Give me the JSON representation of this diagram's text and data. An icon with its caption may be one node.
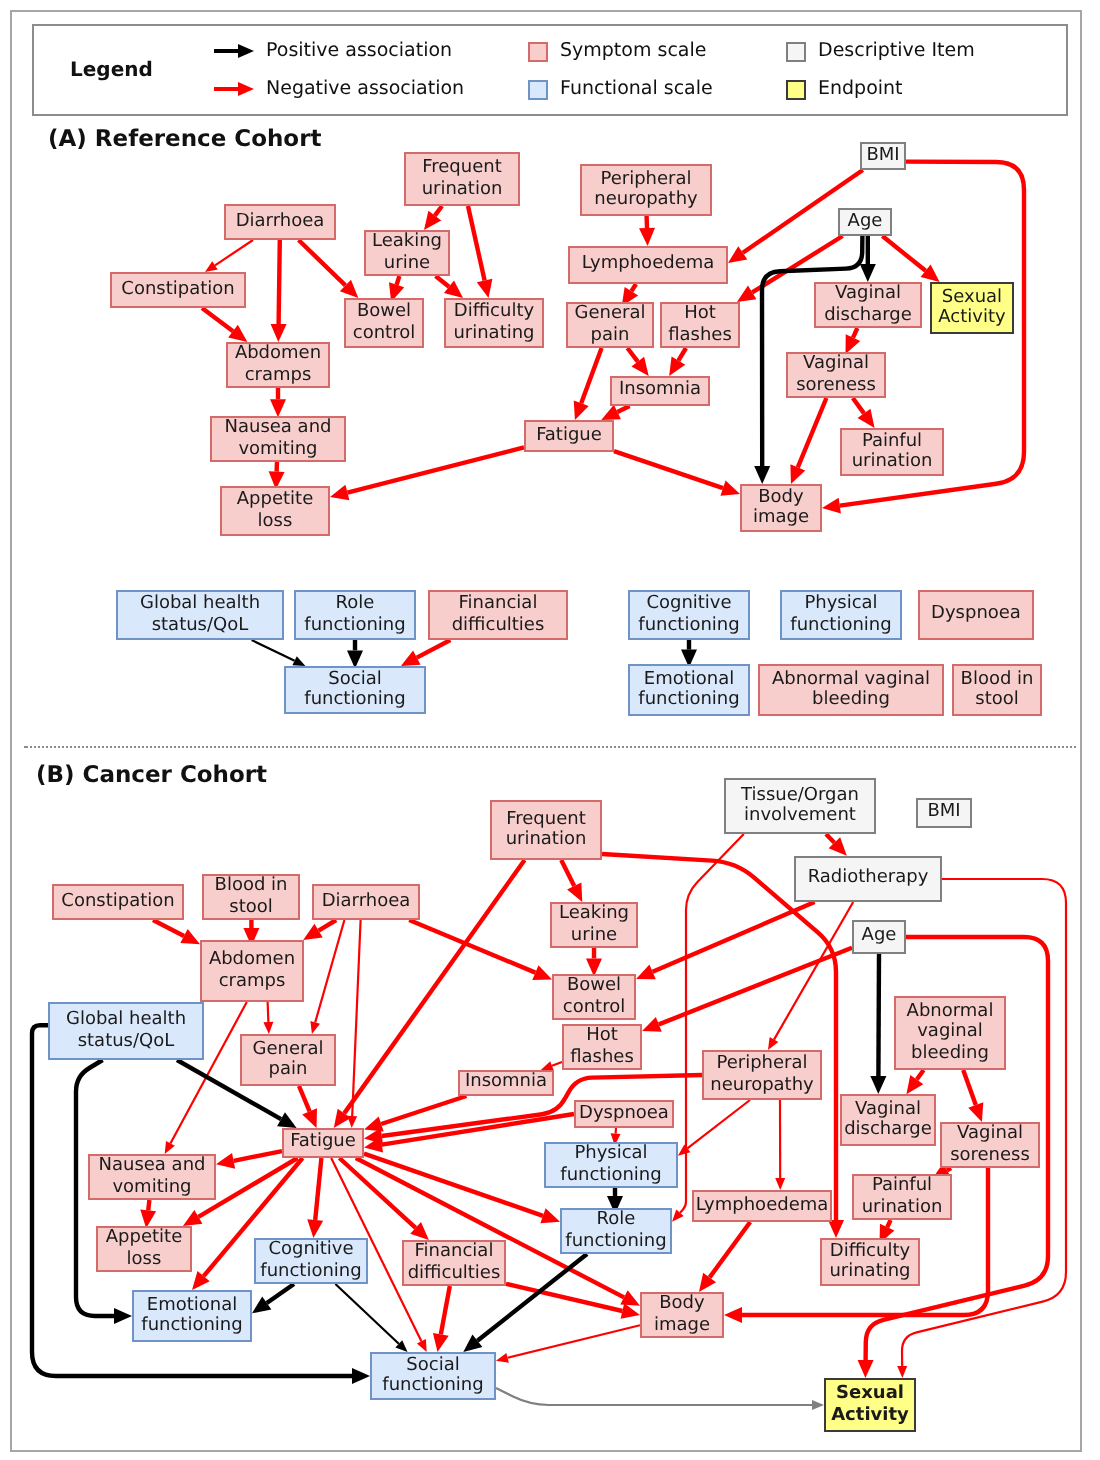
{
  "diagram": {
    "nodes": [
      {
        "text": [
          "Frequent urination"
        ]
      },
      {
        "text": [
          "BMI"
        ]
      },
      {
        "text": [
          "Peripheral neuropathy"
        ]
      },
      {
        "text": [
          "Diarrhoea"
        ]
      },
      {
        "text": [
          "Leaking urine"
        ]
      },
      {
        "text": [
          "Age"
        ]
      },
      {
        "text": [
          "Lymphoedema"
        ]
      },
      {
        "text": [
          "Constipation"
        ]
      },
      {
        "text": [
          "Vaginal discharge"
        ]
      },
      {
        "text": [
          "Sexual Activity"
        ]
      },
      {
        "text": [
          "Bowel control"
        ]
      },
      {
        "text": [
          "Difficulty urinating"
        ]
      },
      {
        "text": [
          "General pain"
        ]
      },
      {
        "text": [
          "Hot flashes"
        ]
      },
      {
        "text": [
          "Abdomen cramps"
        ]
      },
      {
        "text": [
          "Vaginal soreness"
        ]
      },
      {
        "text": [
          "Insomnia"
        ]
      },
      {
        "text": [
          "Nausea and vomiting"
        ]
      },
      {
        "text": [
          "Fatigue"
        ]
      },
      {
        "text": [
          "Painful urination"
        ]
      },
      {
        "text": [
          "Appetite loss"
        ]
      },
      {
        "text": [
          "Body image"
        ]
      },
      {
        "text": [
          "Global health status/QoL"
        ]
      },
      {
        "text": [
          "Role functioning"
        ]
      },
      {
        "text": [
          "Financial difficulties"
        ]
      },
      {
        "text": [
          "Cognitive functioning"
        ]
      },
      {
        "text": [
          "Physical functioning"
        ]
      },
      {
        "text": [
          "Dyspnoea"
        ]
      },
      {
        "text": [
          "Social functioning"
        ]
      },
      {
        "text": [
          "Emotional functioning"
        ]
      },
      {
        "text": [
          "Abnormal vaginal bleeding"
        ]
      },
      {
        "text": [
          "Blood in stool"
        ]
      },
      {
        "text": [
          "Frequent urination"
        ]
      },
      {
        "text": [
          "Tissue/Organ involvement"
        ]
      },
      {
        "text": [
          "BMI"
        ]
      },
      {
        "text": [
          "Radiotherapy"
        ]
      },
      {
        "text": [
          "Constipation"
        ]
      },
      {
        "text": [
          "Blood in stool"
        ]
      },
      {
        "text": [
          "Diarrhoea"
        ]
      },
      {
        "text": [
          "Leaking urine"
        ]
      },
      {
        "text": [
          "Age"
        ]
      },
      {
        "text": [
          "Abdomen cramps"
        ]
      },
      {
        "text": [
          "Bowel control"
        ]
      },
      {
        "text": [
          "Global health status/QoL"
        ]
      },
      {
        "text": [
          "Abnormal vaginal bleeding"
        ]
      },
      {
        "text": [
          "General pain"
        ]
      },
      {
        "text": [
          "Hot flashes"
        ]
      },
      {
        "text": [
          "Peripheral neuropathy"
        ]
      },
      {
        "text": [
          "Insomnia"
        ]
      },
      {
        "text": [
          "Dyspnoea"
        ]
      },
      {
        "text": [
          "Vaginal discharge"
        ]
      },
      {
        "text": [
          "Fatigue"
        ]
      },
      {
        "text": [
          "Vaginal soreness"
        ]
      },
      {
        "text": [
          "Physical functioning"
        ]
      },
      {
        "text": [
          "Nausea and vomiting"
        ]
      },
      {
        "text": [
          "Lymphoedema"
        ]
      },
      {
        "text": [
          "Painful urination"
        ]
      },
      {
        "text": [
          "Role functioning"
        ]
      },
      {
        "text": [
          "Appetite loss"
        ]
      },
      {
        "text": [
          "Cognitive functioning"
        ]
      },
      {
        "text": [
          "Financial difficulties"
        ]
      },
      {
        "text": [
          "Difficulty urinating"
        ]
      },
      {
        "text": [
          "Emotional functioning"
        ]
      },
      {
        "text": [
          "Body image"
        ]
      },
      {
        "text": [
          "Social functioning"
        ]
      },
      {
        "text": [
          "Sexual Activity"
        ]
      }
    ],
    "edges": [
      {
        "from": 3,
        "to": 7,
        "arrow": "to"
      },
      {
        "from": 3,
        "to": 14,
        "arrow": "to"
      },
      {
        "from": 3,
        "to": 10,
        "arrow": "to"
      },
      {
        "from": 7,
        "to": 14,
        "arrow": "to"
      },
      {
        "from": 0,
        "to": 4,
        "arrow": "to"
      },
      {
        "from": 0,
        "to": 11,
        "arrow": "to"
      },
      {
        "from": 4,
        "to": 10,
        "arrow": "to"
      },
      {
        "from": 4,
        "to": 11,
        "arrow": "to"
      },
      {
        "from": 14,
        "to": 17,
        "arrow": "to"
      },
      {
        "from": 17,
        "to": 20,
        "arrow": "to"
      },
      {
        "from": 18,
        "to": 20,
        "arrow": "to"
      },
      {
        "from": 18,
        "to": 21,
        "arrow": "to"
      },
      {
        "from": 2,
        "to": 6,
        "arrow": "to"
      },
      {
        "from": 1,
        "to": 6,
        "arrow": "to"
      },
      {
        "from": 1,
        "to": 21,
        "arrow": "to"
      },
      {
        "from": 6,
        "to": 12,
        "arrow": "to"
      },
      {
        "from": 12,
        "to": 16,
        "arrow": "to"
      },
      {
        "from": 12,
        "to": 18,
        "arrow": "to"
      },
      {
        "from": 13,
        "to": 16,
        "arrow": "to"
      },
      {
        "from": 16,
        "to": 18,
        "arrow": "to"
      },
      {
        "from": 5,
        "to": 13,
        "arrow": "to"
      },
      {
        "from": 5,
        "to": 8,
        "arrow": "to",
        "color": "#000000"
      },
      {
        "from": 5,
        "to": 21,
        "arrow": "to",
        "color": "#000000"
      },
      {
        "from": 5,
        "to": 9,
        "arrow": "to"
      },
      {
        "from": 8,
        "to": 15,
        "arrow": "to"
      },
      {
        "from": 15,
        "to": 21,
        "arrow": "to"
      },
      {
        "from": 15,
        "to": 19,
        "arrow": "to"
      },
      {
        "from": 22,
        "to": 28,
        "arrow": "to",
        "color": "#000000"
      },
      {
        "from": 23,
        "to": 28,
        "arrow": "to",
        "color": "#000000"
      },
      {
        "from": 24,
        "to": 28,
        "arrow": "to"
      },
      {
        "from": 25,
        "to": 29,
        "arrow": "to",
        "color": "#000000"
      },
      {
        "from": 36,
        "to": 41,
        "arrow": "to"
      },
      {
        "from": 37,
        "to": 41,
        "arrow": "to"
      },
      {
        "from": 38,
        "to": 41,
        "arrow": "to"
      },
      {
        "from": 38,
        "to": 42,
        "arrow": "to"
      },
      {
        "from": 38,
        "to": 45,
        "arrow": "to"
      },
      {
        "from": 38,
        "to": 51,
        "arrow": "to"
      },
      {
        "from": 41,
        "to": 45,
        "arrow": "to"
      },
      {
        "from": 41,
        "to": 54,
        "arrow": "to"
      },
      {
        "from": 45,
        "to": 51,
        "arrow": "to"
      },
      {
        "from": 32,
        "to": 39,
        "arrow": "to"
      },
      {
        "from": 32,
        "to": 51,
        "arrow": "to"
      },
      {
        "from": 32,
        "to": 61,
        "arrow": "to"
      },
      {
        "from": 39,
        "to": 42,
        "arrow": "to"
      },
      {
        "from": 35,
        "to": 42,
        "arrow": "to"
      },
      {
        "from": 33,
        "to": 35,
        "arrow": "to"
      },
      {
        "from": 33,
        "to": 57,
        "arrow": "to"
      },
      {
        "from": 35,
        "to": 47,
        "arrow": "to"
      },
      {
        "from": 35,
        "to": 65,
        "arrow": "to"
      },
      {
        "from": 40,
        "to": 46,
        "arrow": "to"
      },
      {
        "from": 40,
        "to": 50,
        "arrow": "to",
        "color": "#000000"
      },
      {
        "from": 40,
        "to": 65,
        "arrow": "to"
      },
      {
        "from": 44,
        "to": 50,
        "arrow": "to"
      },
      {
        "from": 44,
        "to": 52,
        "arrow": "to"
      },
      {
        "from": 52,
        "to": 56,
        "arrow": "to"
      },
      {
        "from": 52,
        "to": 63,
        "arrow": "to"
      },
      {
        "from": 56,
        "to": 61,
        "arrow": "to"
      },
      {
        "from": 46,
        "to": 48,
        "arrow": "to"
      },
      {
        "from": 48,
        "to": 51,
        "arrow": "to"
      },
      {
        "from": 47,
        "to": 51,
        "arrow": "to"
      },
      {
        "from": 47,
        "to": 53,
        "arrow": "to"
      },
      {
        "from": 47,
        "to": 55,
        "arrow": "to"
      },
      {
        "from": 49,
        "to": 51,
        "arrow": "to"
      },
      {
        "from": 49,
        "to": 53,
        "arrow": "to"
      },
      {
        "from": 53,
        "to": 57,
        "arrow": "to",
        "color": "#000000"
      },
      {
        "from": 43,
        "to": 51,
        "arrow": "to",
        "color": "#000000"
      },
      {
        "from": 43,
        "to": 62,
        "arrow": "to",
        "color": "#000000"
      },
      {
        "from": 43,
        "to": 64,
        "arrow": "to",
        "color": "#000000"
      },
      {
        "from": 51,
        "to": 54,
        "arrow": "to"
      },
      {
        "from": 51,
        "to": 58,
        "arrow": "to"
      },
      {
        "from": 51,
        "to": 62,
        "arrow": "to"
      },
      {
        "from": 51,
        "to": 59,
        "arrow": "to"
      },
      {
        "from": 51,
        "to": 64,
        "arrow": "to"
      },
      {
        "from": 51,
        "to": 60,
        "arrow": "to"
      },
      {
        "from": 51,
        "to": 57,
        "arrow": "to"
      },
      {
        "from": 51,
        "to": 63,
        "arrow": "to"
      },
      {
        "from": 54,
        "to": 58,
        "arrow": "to"
      },
      {
        "from": 59,
        "to": 62,
        "arrow": "to",
        "color": "#000000"
      },
      {
        "from": 59,
        "to": 64,
        "arrow": "to",
        "color": "#000000"
      },
      {
        "from": 60,
        "to": 64,
        "arrow": "to"
      },
      {
        "from": 60,
        "to": 63,
        "arrow": "to"
      },
      {
        "from": 57,
        "to": 64,
        "arrow": "to",
        "color": "#000000"
      },
      {
        "from": 55,
        "to": 63,
        "arrow": "to"
      },
      {
        "from": 63,
        "to": 64,
        "arrow": "to"
      },
      {
        "from": 64,
        "to": 65,
        "arrow": "to",
        "color": "#808080"
      }
    ],
    "labels": [
      "Legend",
      "(A) Reference Cohort",
      "(B) Cancer Cohort"
    ],
    "legend": [
      {
        "text": "Positive association",
        "color": "#000000"
      },
      {
        "text": "Symptom scale",
        "color": "#f8cecc"
      },
      {
        "text": "Descriptive Item",
        "color": "#f5f5f5"
      },
      {
        "text": "Negative association",
        "color": "#ff0000"
      },
      {
        "text": "Functional scale",
        "color": "#dae8fc"
      },
      {
        "text": "Endpoint",
        "color": "#ffff88"
      }
    ]
  }
}
